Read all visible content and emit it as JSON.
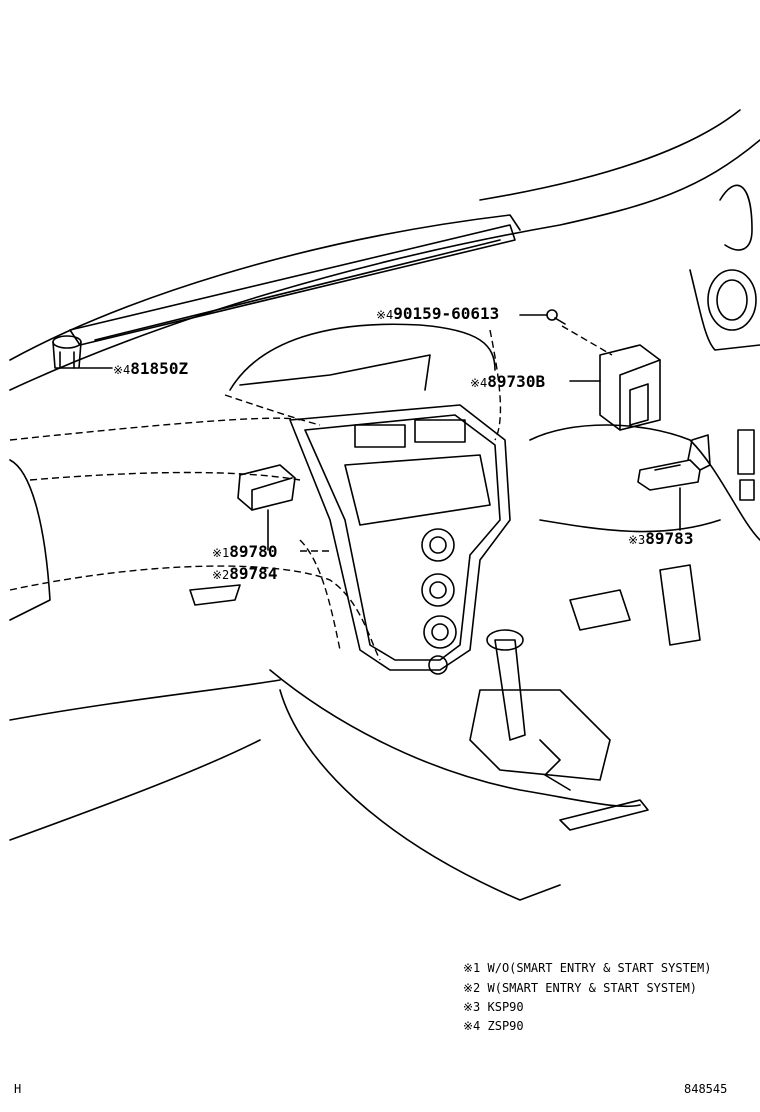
{
  "callouts": [
    {
      "marker": "※4",
      "part": "90159-60613"
    },
    {
      "marker": "※4",
      "part": "81850Z"
    },
    {
      "marker": "※4",
      "part": "89730B"
    },
    {
      "marker": "※1",
      "part": "89780"
    },
    {
      "marker": "※2",
      "part": "89784"
    },
    {
      "marker": "※3",
      "part": "89783"
    }
  ],
  "legend": [
    "※1 W/O(SMART ENTRY & START SYSTEM)",
    "※2 W(SMART ENTRY & START SYSTEM)",
    "※3 KSP90",
    "※4 ZSP90"
  ],
  "footer": {
    "left": "H",
    "right": "848545"
  }
}
